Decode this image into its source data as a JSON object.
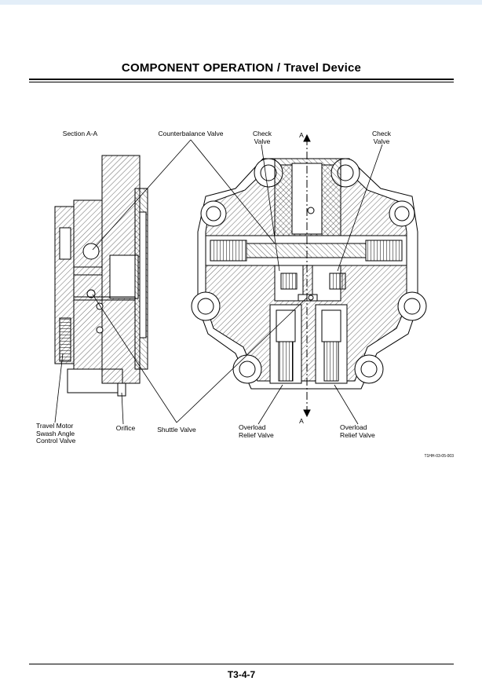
{
  "header": {
    "title": "COMPONENT OPERATION / Travel Device"
  },
  "figure": {
    "labels": {
      "section": "Section A-A",
      "counterbalance_valve": "Counterbalance Valve",
      "check_valve_left": "Check\nValve",
      "check_valve_right": "Check\nValve",
      "section_mark_top": "A",
      "section_mark_bottom": "A",
      "travel_motor_valve": "Travel Motor\nSwash Angle\nControl Valve",
      "orifice": "Orifice",
      "shuttle_valve": "Shuttle Valve",
      "overload_relief_left": "Overload\nRelief Valve",
      "overload_relief_right": "Overload\nRelief Valve"
    },
    "figure_number": "T1HH-03-05-003"
  },
  "footer": {
    "page_number": "T3-4-7"
  }
}
